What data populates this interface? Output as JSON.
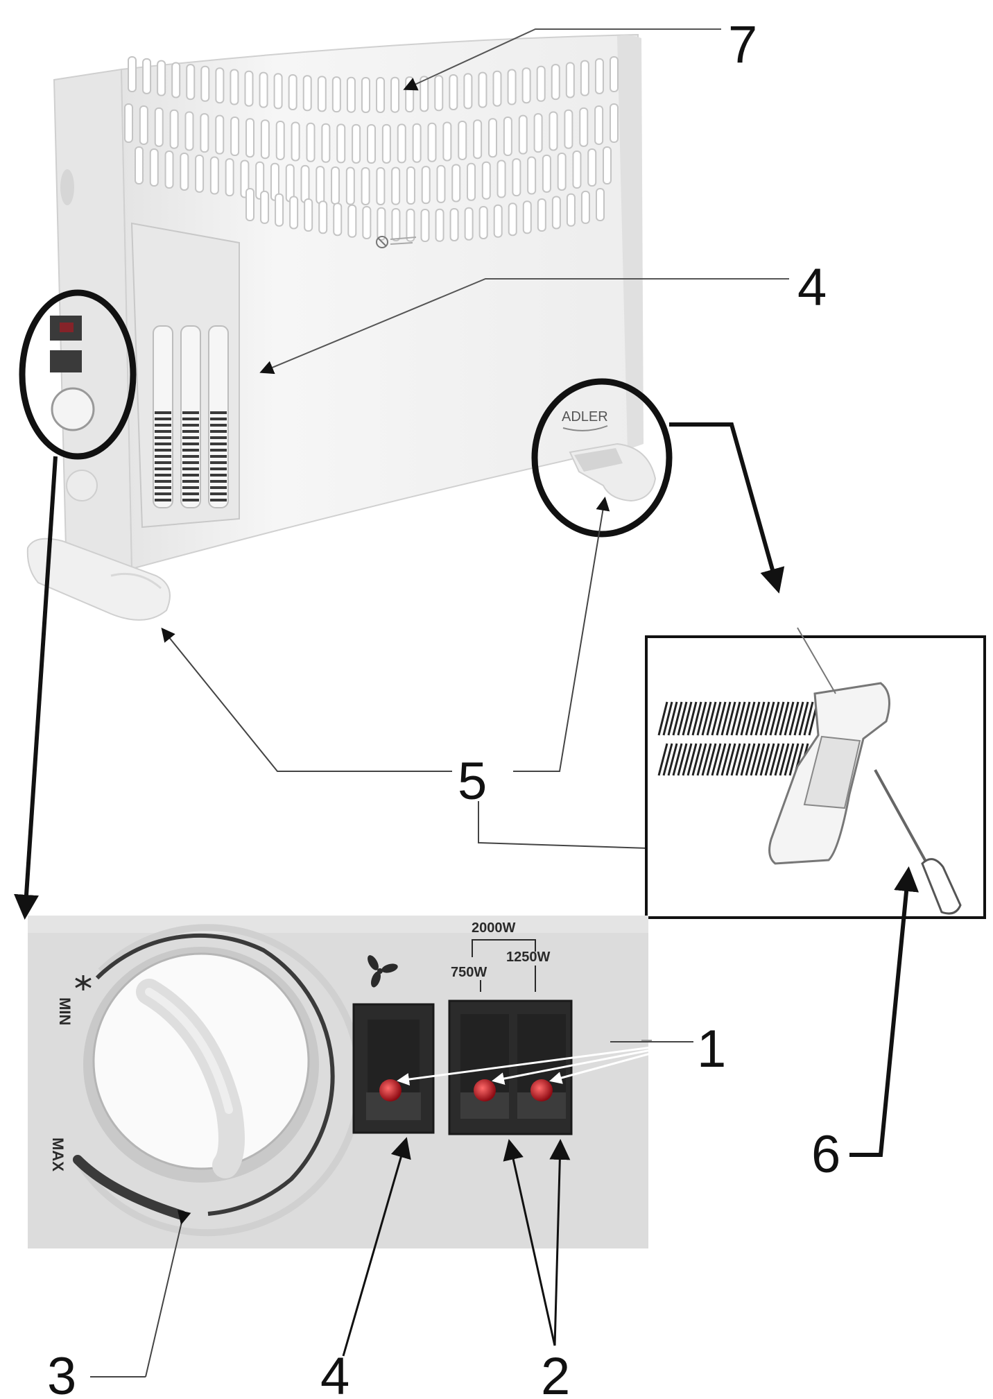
{
  "callouts": {
    "c7": "7",
    "c4_top": "4",
    "c5": "5",
    "c1": "1",
    "c6": "6",
    "c3": "3",
    "c4_bottom": "4",
    "c2": "2"
  },
  "brand": "ADLER",
  "dial": {
    "min": "MIN",
    "max": "MAX"
  },
  "power": {
    "total": "2000W",
    "low": "750W",
    "high": "1250W"
  },
  "icons": {
    "frost": "snowflake-icon",
    "fan": "fan-icon"
  },
  "colors": {
    "indicator": "#b8141e",
    "switch": "#2b2b2b",
    "panel": "#dcdcdc",
    "heater": "#f2f2f2"
  }
}
